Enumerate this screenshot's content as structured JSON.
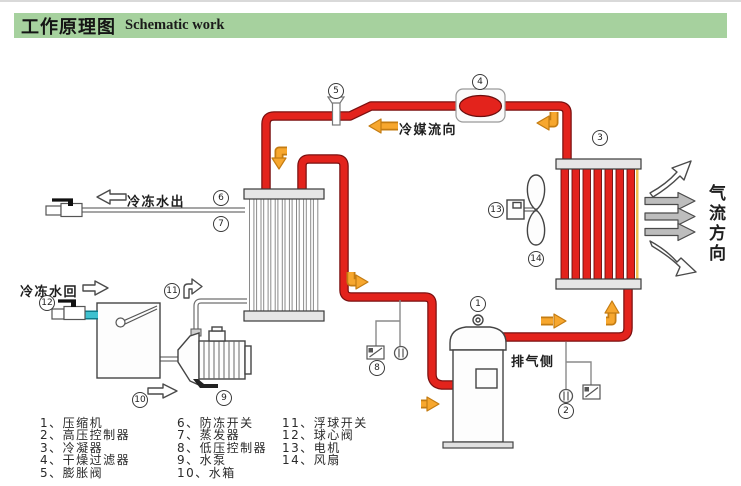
{
  "header": {
    "title_zh": "工作原理图",
    "title_en": "Schematic work"
  },
  "flow_labels": {
    "refrigerant_flow": "冷媒流向",
    "chilled_water_out": "冷冻水出",
    "chilled_water_return": "冷冻水回",
    "exhaust_side": "排气侧",
    "air_flow_direction": "气流方向"
  },
  "callouts": {
    "c1": "1",
    "c2": "2",
    "c3": "3",
    "c4": "4",
    "c5": "5",
    "c6": "6",
    "c7": "7",
    "c8": "8",
    "c9": "9",
    "c10": "10",
    "c11": "11",
    "c12": "12",
    "c13": "13",
    "c14": "14"
  },
  "legend": {
    "columns": [
      [
        "1、压缩机",
        "2、高压控制器",
        "3、冷凝器",
        "4、干燥过滤器",
        "5、膨胀阀"
      ],
      [
        "6、防冻开关",
        "7、蒸发器",
        "8、低压控制器",
        "9、水泵",
        "10、水箱"
      ],
      [
        "11、浮球开关",
        "12、球心阀",
        "13、电机",
        "14、风扇"
      ]
    ]
  },
  "colors": {
    "header_bg": "#a6d19e",
    "pipe_red": "#e3231c",
    "arrow_orange": "#f7a72e",
    "water_cyan": "#3ec1cf",
    "air_arrow_gray": "#bdbdbd"
  }
}
